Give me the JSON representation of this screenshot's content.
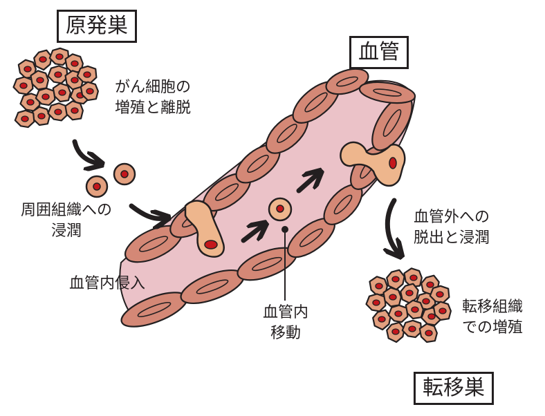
{
  "labels": {
    "primary_tumor": "原発巣",
    "blood_vessel": "血管",
    "metastasis": "転移巣"
  },
  "steps": {
    "proliferation_line1": "がん細胞の",
    "proliferation_line2": "増殖と離脱",
    "invasion_line1": "周囲組織への",
    "invasion_line2": "浸潤",
    "intravasation": "血管内侵入",
    "circulation_line1": "血管内",
    "circulation_line2": "移動",
    "extravasation_line1": "血管外への",
    "extravasation_line2": "脱出と浸潤",
    "colonization_line1": "転移組織",
    "colonization_line2": "での増殖"
  },
  "colors": {
    "cell_fill": "#e3a07f",
    "cell_nucleus": "#c4161c",
    "vessel_lumen": "#ebc2c8",
    "vessel_wall_cell": "#d48876",
    "tumor_cell_light": "#eeb68d",
    "outline": "#231f20"
  }
}
